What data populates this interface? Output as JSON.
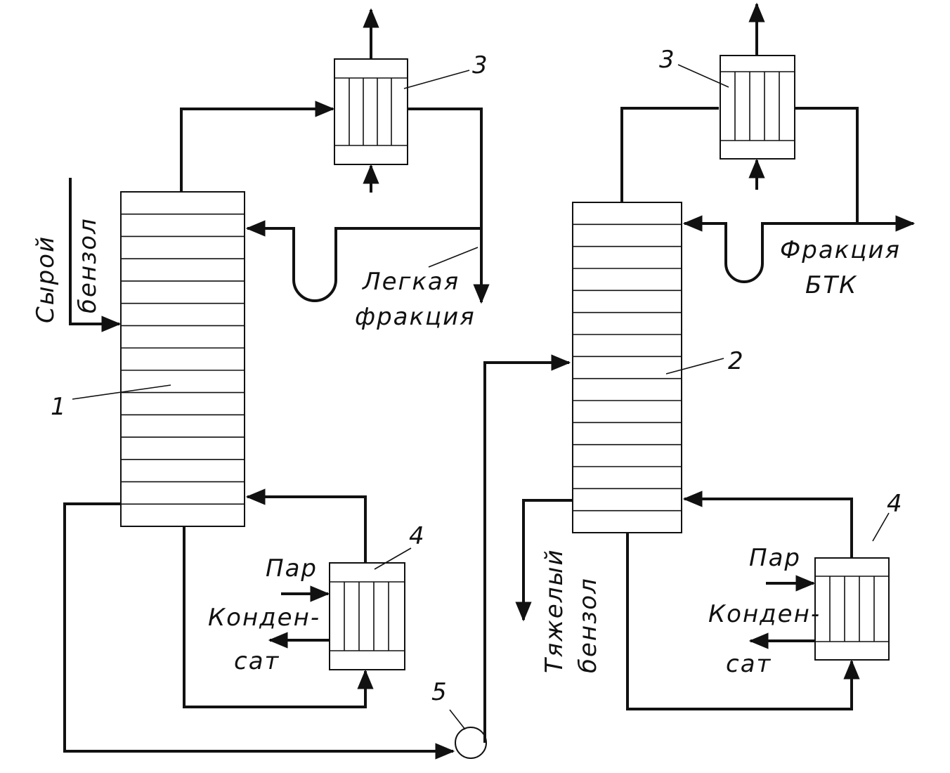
{
  "labels": {
    "raw_benzene": [
      "Сырой",
      "бензол"
    ],
    "light_fraction": [
      "Легкая",
      "фракция"
    ],
    "btk_fraction": [
      "Фракция",
      "БТК"
    ],
    "heavy_benzene": [
      "Тяжелый",
      "бензол"
    ],
    "steam_left": "Пар",
    "condensate_left": [
      "Конден-",
      "сат"
    ],
    "steam_right": "Пар",
    "condensate_right": [
      "Конден-",
      "сат"
    ]
  },
  "numbers": {
    "column_1": "1",
    "column_2": "2",
    "condenser_left": "3",
    "condenser_right": "3",
    "reboiler_left": "4",
    "reboiler_right": "4",
    "pump": "5"
  }
}
